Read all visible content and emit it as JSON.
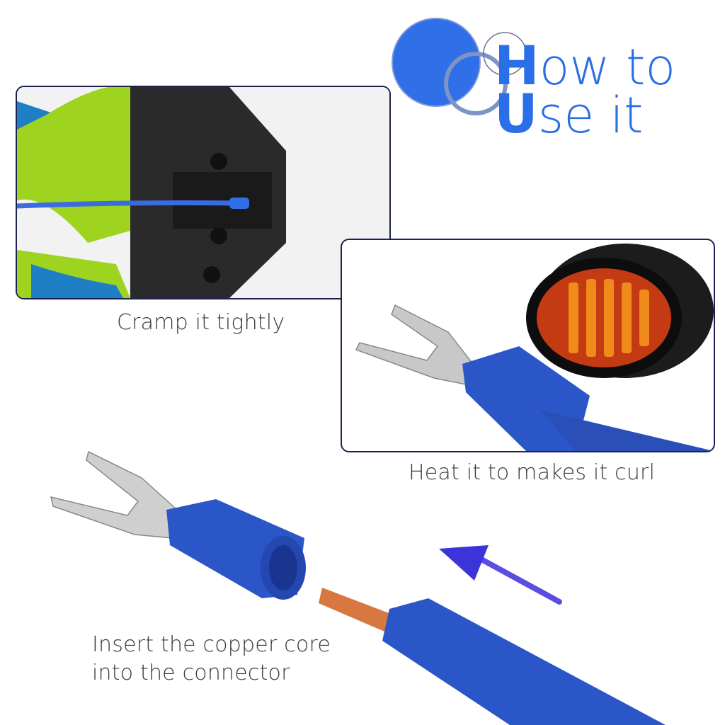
{
  "title": {
    "line1_initial": "H",
    "line1_rest": "ow to",
    "line2_initial": "U",
    "line2_rest": "se it"
  },
  "steps": [
    {
      "caption": "Cramp it tightly"
    },
    {
      "caption": "Heat it to makes it curl"
    },
    {
      "caption_line1": "Insert the copper core",
      "caption_line2": "into the connector"
    }
  ],
  "colors": {
    "accent": "#2a6ee8",
    "panel_border": "#1d2350",
    "insulation": "#2b56c8",
    "copper": "#d8773f",
    "handle_green": "#9ed420"
  }
}
